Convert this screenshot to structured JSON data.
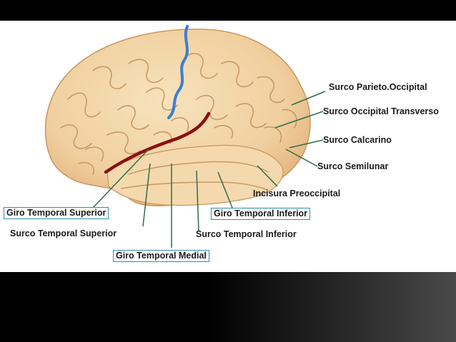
{
  "labels": {
    "parieto_occipital": "Surco Parieto.Occipital",
    "occipital_transverso": "Surco Occipital Transverso",
    "calcarino": "Surco Calcarino",
    "semilunar": "Surco Semilunar",
    "incisura_preoccipital": "Incisura Preoccipital",
    "giro_temporal_superior": "Giro Temporal Superior",
    "surco_temporal_superior": "Surco Temporal Superior",
    "giro_temporal_inferior": "Giro Temporal Inferior",
    "surco_temporal_inferior": "Surco Temporal Inferior",
    "giro_temporal_medial": "Giro Temporal Medial"
  },
  "colors": {
    "brain_fill": "#f2d3a3",
    "gyrus_line": "#c89a66",
    "central_sulcus": "#3a7fd0",
    "lateral_sulcus": "#8a1010",
    "leader_line": "#2e6e4a",
    "label_box_border": "#2f8fb0"
  }
}
